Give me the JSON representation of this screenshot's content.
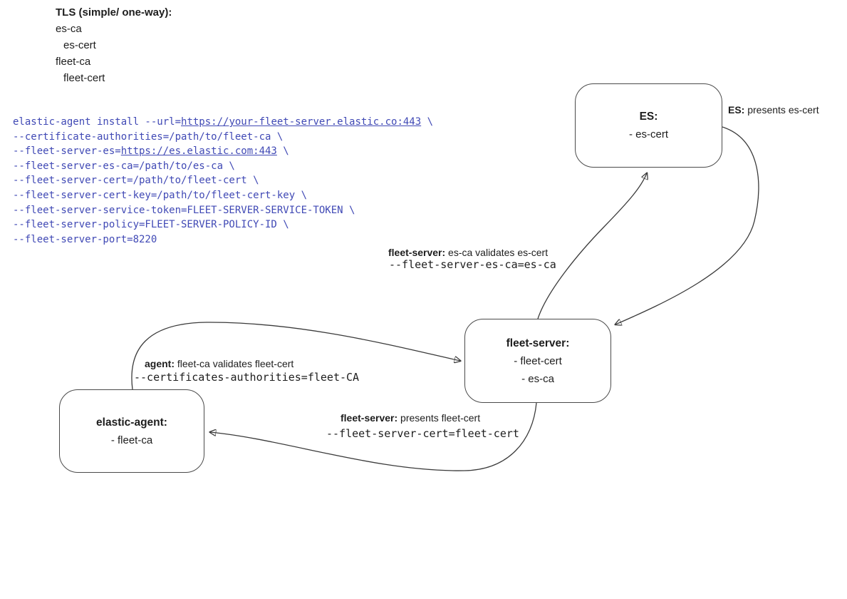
{
  "colors": {
    "code_blue": "#4049b5",
    "edge_line": "#3a3a3a",
    "node_border": "#4a4a4a",
    "text": "#1d1d1d",
    "background": "#ffffff"
  },
  "legend": {
    "title": "TLS (simple/ one-way):",
    "items": [
      {
        "text": "es-ca",
        "indent": false
      },
      {
        "text": "es-cert",
        "indent": true
      },
      {
        "text": "fleet-ca",
        "indent": false
      },
      {
        "text": "fleet-cert",
        "indent": true
      }
    ]
  },
  "code_block": {
    "lines": [
      {
        "segments": [
          {
            "t": "elastic-agent install --url="
          },
          {
            "t": "https://your-fleet-server.elastic.co:443",
            "u": true
          },
          {
            "t": " \\"
          }
        ]
      },
      {
        "segments": [
          {
            "t": "--certificate-authorities=/path/to/fleet-ca \\"
          }
        ]
      },
      {
        "segments": [
          {
            "t": "--fleet-server-es="
          },
          {
            "t": "https://es.elastic.com:443",
            "u": true
          },
          {
            "t": " \\"
          }
        ]
      },
      {
        "segments": [
          {
            "t": "--fleet-server-es-ca=/path/to/es-ca \\"
          }
        ]
      },
      {
        "segments": [
          {
            "t": "--fleet-server-cert=/path/to/fleet-cert \\"
          }
        ]
      },
      {
        "segments": [
          {
            "t": "--fleet-server-cert-key=/path/to/fleet-cert-key \\"
          }
        ]
      },
      {
        "segments": [
          {
            "t": "--fleet-server-service-token=FLEET-SERVER-SERVICE-TOKEN \\"
          }
        ]
      },
      {
        "segments": [
          {
            "t": "--fleet-server-policy=FLEET-SERVER-POLICY-ID \\"
          }
        ]
      },
      {
        "segments": [
          {
            "t": "--fleet-server-port=8220"
          }
        ]
      }
    ]
  },
  "nodes": {
    "es": {
      "title": "ES:",
      "items": [
        "- es-cert"
      ]
    },
    "fleet_server": {
      "title": "fleet-server:",
      "items": [
        "- fleet-cert",
        "- es-ca"
      ]
    },
    "elastic_agent": {
      "title": "elastic-agent:",
      "items": [
        "- fleet-ca"
      ]
    }
  },
  "edge_labels": {
    "es_presents": {
      "bold": "ES:",
      "text": " presents es-cert"
    },
    "fs_validates": {
      "bold": "fleet-server:",
      "text": " es-ca validates es-cert",
      "code": "--fleet-server-es-ca=es-ca"
    },
    "agent_validates": {
      "bold": "agent:",
      "text": " fleet-ca validates fleet-cert",
      "code": "--certificates-authorities=fleet-CA"
    },
    "fs_presents": {
      "bold": "fleet-server:",
      "text": " presents fleet-cert",
      "code": "--fleet-server-cert=fleet-cert"
    }
  }
}
